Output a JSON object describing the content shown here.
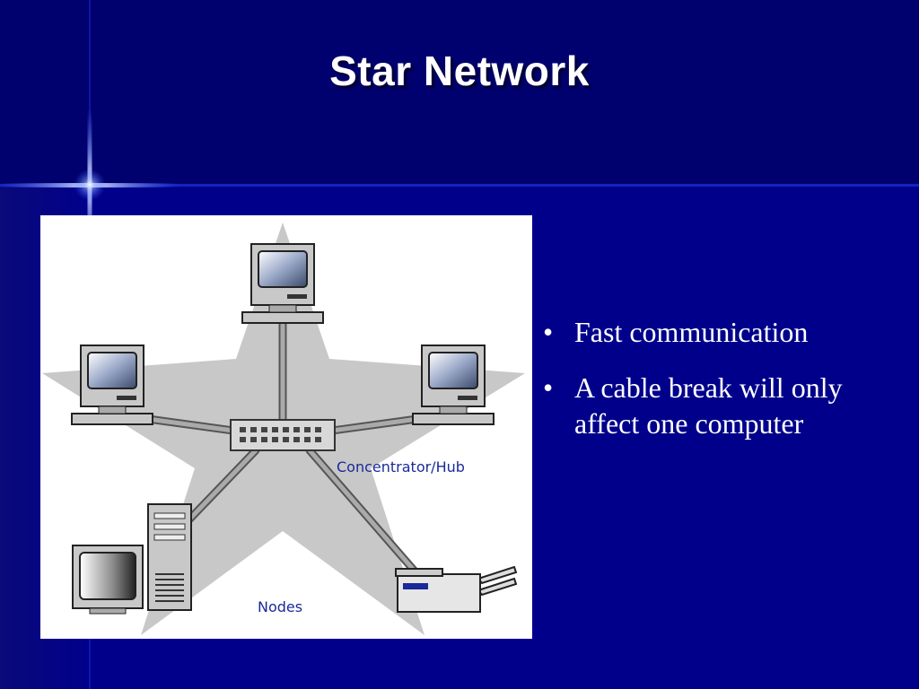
{
  "slide": {
    "title": "Star  Network",
    "colors": {
      "background": "#00008b",
      "header_band": "#00006a",
      "title_text": "#ffffff",
      "diagram_star": "#c8c8c8",
      "diagram_label": "#1a2a9a"
    }
  },
  "diagram": {
    "hub_label": "Concentrator/Hub",
    "nodes_label": "Nodes",
    "devices": [
      "computer-icon",
      "computer-icon",
      "computer-icon",
      "tower-computer-icon",
      "printer-icon",
      "hub-icon"
    ]
  },
  "bullets": {
    "marker": "•",
    "items": [
      {
        "text": "Fast communication"
      },
      {
        "text": "A cable break will only affect one computer"
      }
    ]
  }
}
